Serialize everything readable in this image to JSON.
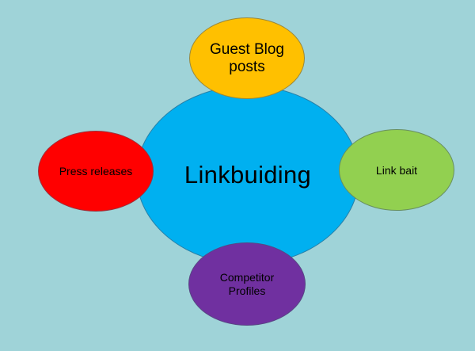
{
  "diagram": {
    "center": {
      "label": "Linkbuiding",
      "color": "#00b0f0"
    },
    "nodes": [
      {
        "id": "top",
        "label": "Guest Blog posts",
        "color": "#ffc000"
      },
      {
        "id": "left",
        "label": "Press releases",
        "color": "#ff0000"
      },
      {
        "id": "right",
        "label": "Link bait",
        "color": "#92d050"
      },
      {
        "id": "bottom",
        "label": "Competitor Profiles",
        "color": "#7030a0"
      }
    ]
  },
  "background_color": "#9fd3d8"
}
